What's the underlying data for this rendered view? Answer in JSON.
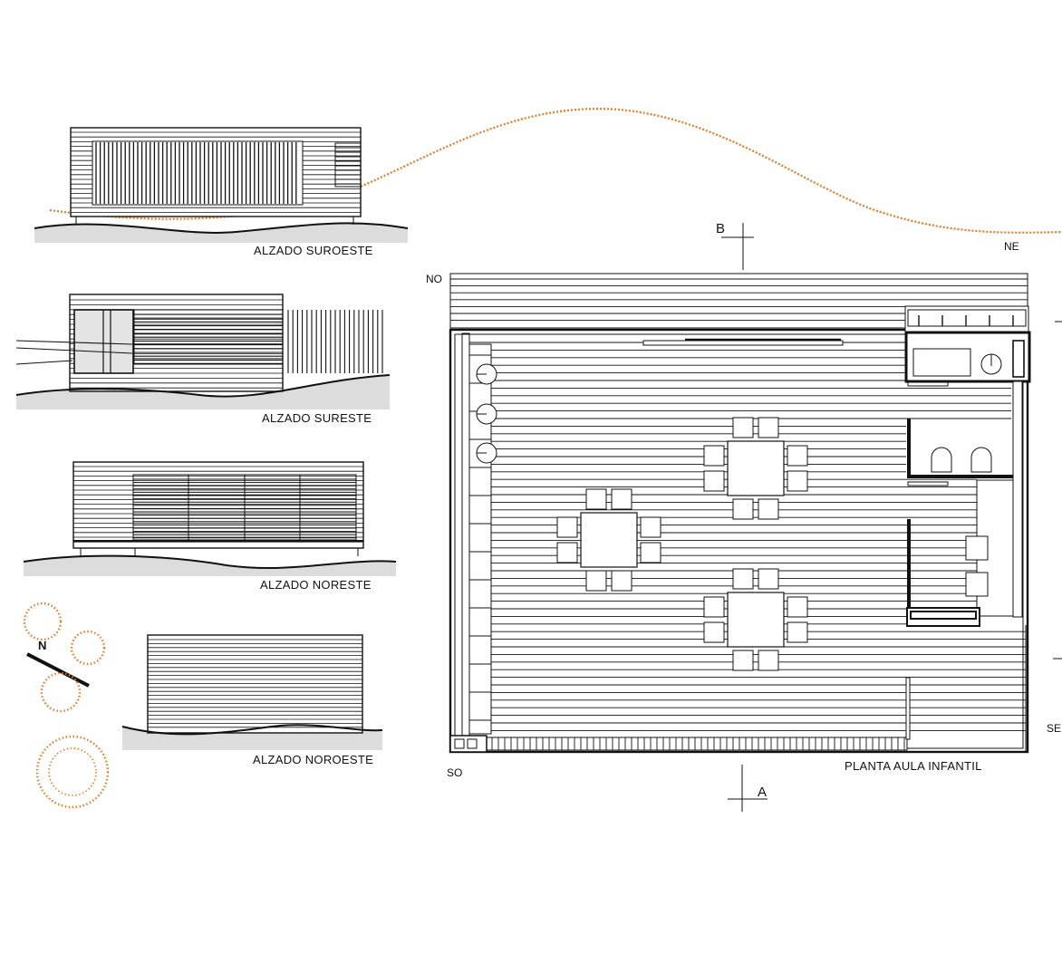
{
  "elevations": {
    "suroeste": {
      "label": "ALZADO SUROESTE"
    },
    "sureste": {
      "label": "ALZADO SURESTE"
    },
    "noreste": {
      "label": "ALZADO NORESTE"
    },
    "noroeste": {
      "label": "ALZADO NOROESTE"
    }
  },
  "plan": {
    "title": "PLANTA AULA INFANTIL",
    "orientation": {
      "no": "NO",
      "ne": "NE",
      "se": "SE",
      "so": "SO"
    },
    "sections": {
      "a": "A",
      "b": "B"
    }
  },
  "compass": {
    "north": "N"
  },
  "colors": {
    "ink": "#111111",
    "accent": "#e07b26",
    "ground": "#dcdcdc"
  }
}
